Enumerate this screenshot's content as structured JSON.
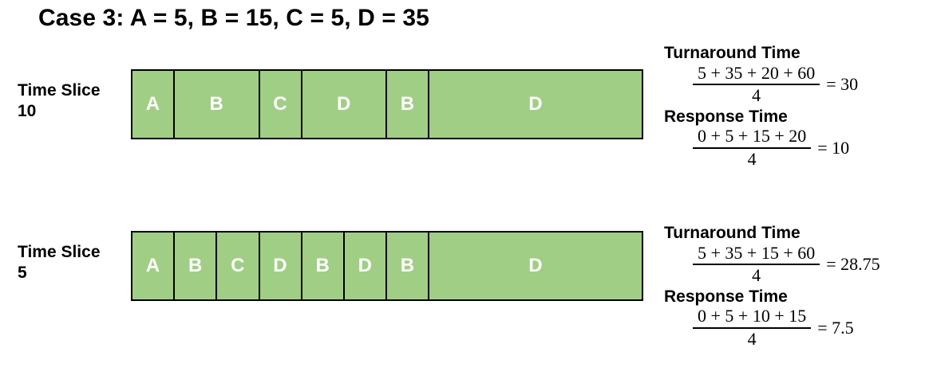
{
  "title": "Case 3: A = 5, B = 15, C = 5, D = 35",
  "colors": {
    "block_fill": "#a0ce85",
    "block_border": "#000000",
    "block_label": "#ffffff",
    "text": "#000000"
  },
  "chart_data": {
    "type": "bar",
    "title": "Case 3: A = 5, B = 15, C = 5, D = 35",
    "xlabel": "",
    "ylabel": "",
    "axis_units": "time units",
    "total_time": 60,
    "processes": [
      {
        "name": "A",
        "burst": 5
      },
      {
        "name": "B",
        "burst": 15
      },
      {
        "name": "C",
        "burst": 5
      },
      {
        "name": "D",
        "burst": 35
      }
    ],
    "series": [
      {
        "name": "Time Slice 10",
        "segments": [
          {
            "label": "A",
            "length": 5
          },
          {
            "label": "B",
            "length": 10
          },
          {
            "label": "C",
            "length": 5
          },
          {
            "label": "D",
            "length": 10
          },
          {
            "label": "B",
            "length": 5
          },
          {
            "label": "D",
            "length": 25
          }
        ]
      },
      {
        "name": "Time Slice 5",
        "segments": [
          {
            "label": "A",
            "length": 5
          },
          {
            "label": "B",
            "length": 5
          },
          {
            "label": "C",
            "length": 5
          },
          {
            "label": "D",
            "length": 5
          },
          {
            "label": "B",
            "length": 5
          },
          {
            "label": "D",
            "length": 5
          },
          {
            "label": "B",
            "length": 5
          },
          {
            "label": "D",
            "length": 25
          }
        ]
      }
    ]
  },
  "rows": [
    {
      "id": "ts10",
      "label_line1": "Time Slice",
      "label_line2": "10",
      "blocks": [
        {
          "label": "A",
          "length": 5
        },
        {
          "label": "B",
          "length": 10
        },
        {
          "label": "C",
          "length": 5
        },
        {
          "label": "D",
          "length": 10
        },
        {
          "label": "B",
          "length": 5
        },
        {
          "label": "D",
          "length": 25
        }
      ],
      "metrics": {
        "turnaround": {
          "title": "Turnaround Time",
          "numerator": "5 + 35 + 20 + 60",
          "denominator": "4",
          "result": "= 30"
        },
        "response": {
          "title": "Response Time",
          "numerator": "0 + 5 + 15 + 20",
          "denominator": "4",
          "result": "= 10"
        }
      }
    },
    {
      "id": "ts5",
      "label_line1": "Time Slice",
      "label_line2": "5",
      "blocks": [
        {
          "label": "A",
          "length": 5
        },
        {
          "label": "B",
          "length": 5
        },
        {
          "label": "C",
          "length": 5
        },
        {
          "label": "D",
          "length": 5
        },
        {
          "label": "B",
          "length": 5
        },
        {
          "label": "D",
          "length": 5
        },
        {
          "label": "B",
          "length": 5
        },
        {
          "label": "D",
          "length": 25
        }
      ],
      "metrics": {
        "turnaround": {
          "title": "Turnaround Time",
          "numerator": "5 + 35 + 15 + 60",
          "denominator": "4",
          "result": "= 28.75"
        },
        "response": {
          "title": "Response Time",
          "numerator": "0 + 5 + 10 + 15",
          "denominator": "4",
          "result": "= 7.5"
        }
      }
    }
  ]
}
